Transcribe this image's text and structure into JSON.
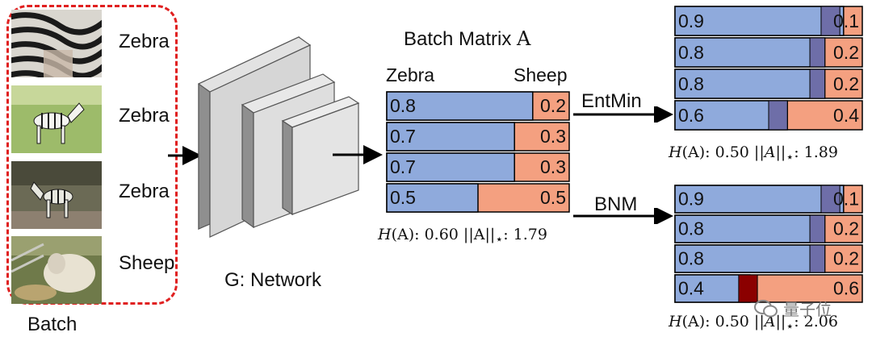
{
  "batch": {
    "label": "Batch",
    "images": [
      {
        "label": "Zebra",
        "icon": "zebra-closeup-photo"
      },
      {
        "label": "Zebra",
        "icon": "zebra-field-photo"
      },
      {
        "label": "Zebra",
        "icon": "zebra-forest-photo"
      },
      {
        "label": "Sheep",
        "icon": "sheep-photo"
      }
    ]
  },
  "network": {
    "label": "G: Network"
  },
  "matrix": {
    "title": "Batch Matrix",
    "title_symbol": "A",
    "col_left": "Zebra",
    "col_right": "Sheep",
    "rows": [
      {
        "zebra": "0.8",
        "sheep": "0.2"
      },
      {
        "zebra": "0.7",
        "sheep": "0.3"
      },
      {
        "zebra": "0.7",
        "sheep": "0.3"
      },
      {
        "zebra": "0.5",
        "sheep": "0.5"
      }
    ],
    "formula": {
      "h_value": "0.60",
      "norm_value": "1.79"
    }
  },
  "entmin": {
    "label": "EntMin",
    "rows": [
      {
        "zebra": "0.9",
        "sheep": "0.1"
      },
      {
        "zebra": "0.8",
        "sheep": "0.2"
      },
      {
        "zebra": "0.8",
        "sheep": "0.2"
      },
      {
        "zebra": "0.6",
        "sheep": "0.4"
      }
    ],
    "formula": {
      "h_value": "0.50",
      "norm_value": "1.89"
    }
  },
  "bnm": {
    "label": "BNM",
    "rows": [
      {
        "zebra": "0.9",
        "sheep": "0.1"
      },
      {
        "zebra": "0.8",
        "sheep": "0.2"
      },
      {
        "zebra": "0.8",
        "sheep": "0.2"
      },
      {
        "zebra": "0.4",
        "sheep": "0.6"
      }
    ],
    "formula": {
      "h_value": "0.50",
      "norm_value": "2.06"
    }
  },
  "watermark": {
    "text": "量子位"
  },
  "colors": {
    "zebra_bar": "#8faadc",
    "sheep_bar": "#f4a080",
    "divider_purple": "#6e6ea8",
    "divider_red": "#8b0000",
    "batch_border": "#e02020"
  }
}
